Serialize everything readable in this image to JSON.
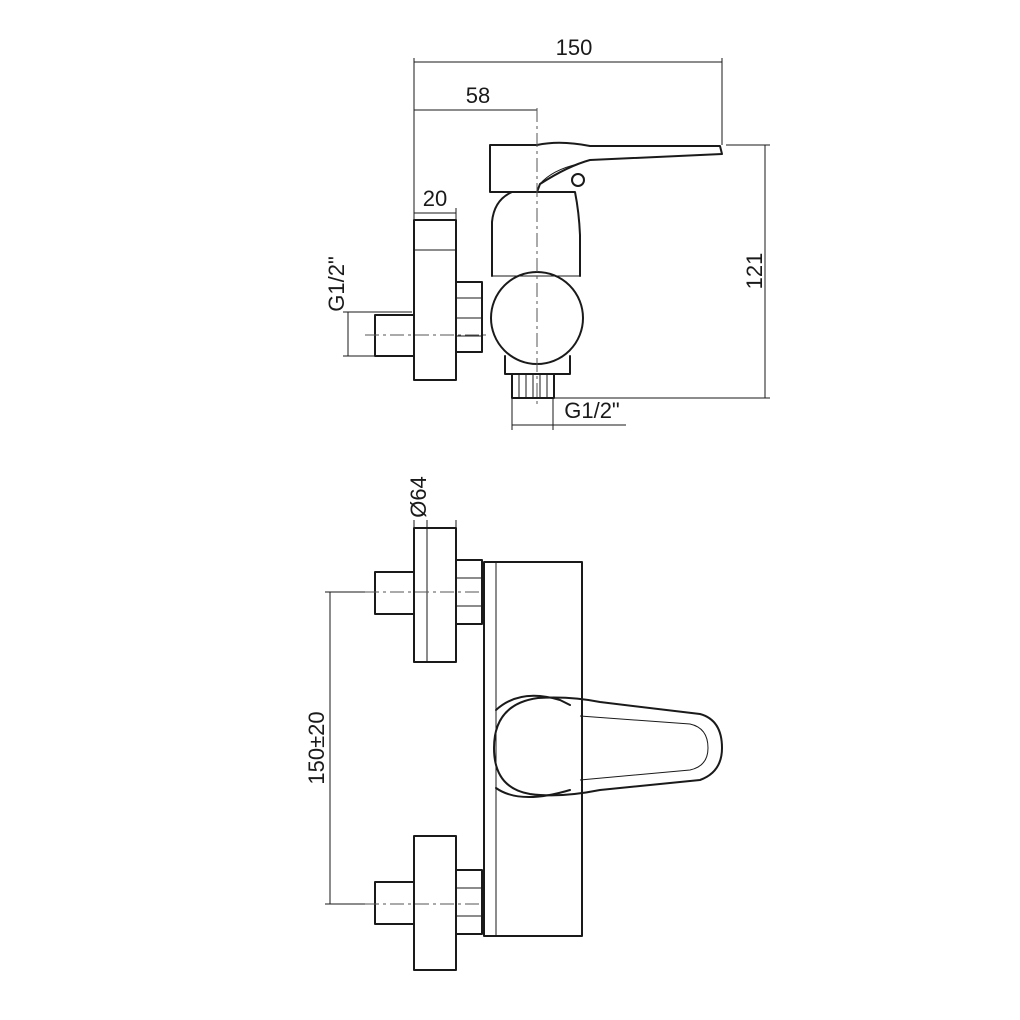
{
  "dimensions": {
    "overall_width": "150",
    "lever_offset": "58",
    "wall_plate_depth": "20",
    "height": "121",
    "inlet_thread": "G1/2\"",
    "outlet_thread": "G1/2\"",
    "flange_diameter": "Ø64",
    "inlet_spacing": "150±20"
  }
}
